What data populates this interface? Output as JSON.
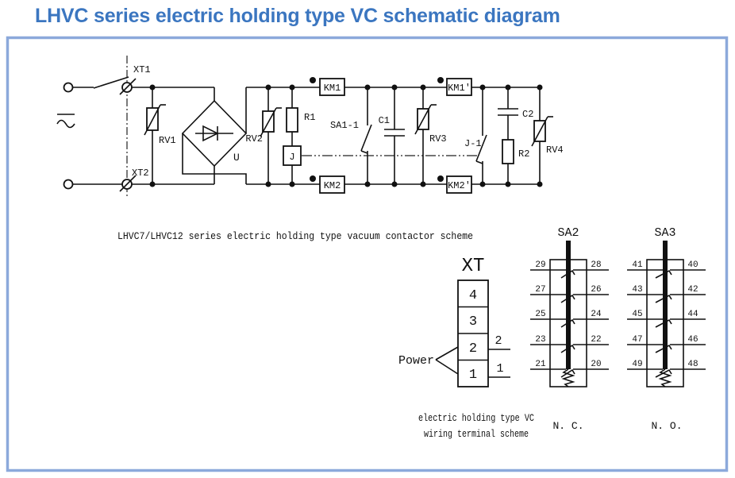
{
  "title": "LHVC series electric holding type VC schematic diagram",
  "schematic": {
    "caption": "LHVC7/LHVC12 series electric holding type vacuum contactor scheme",
    "ac_symbol": "~",
    "labels": {
      "xt1": "XT1",
      "xt2": "XT2",
      "rv1": "RV1",
      "rv2": "RV2",
      "rv3": "RV3",
      "rv4": "RV4",
      "u": "U",
      "r1": "R1",
      "r2": "R2",
      "c1": "C1",
      "c2": "C2",
      "j": "J",
      "j1": "J-1",
      "sa1_1": "SA1-1",
      "km1": "KM1",
      "km1p": "KM1'",
      "km2": "KM2",
      "km2p": "KM2'"
    }
  },
  "terminal_block": {
    "title": "XT",
    "cells": [
      "4",
      "3",
      "2",
      "1"
    ],
    "power_label": "Power",
    "tap_labels": [
      "2",
      "1"
    ],
    "caption_line1": "electric holding type VC",
    "caption_line2": "wiring terminal scheme"
  },
  "sa2": {
    "title": "SA2",
    "left_terminals": [
      "29",
      "27",
      "25",
      "23",
      "21"
    ],
    "right_terminals": [
      "28",
      "26",
      "24",
      "22",
      "20"
    ],
    "caption": "N. C."
  },
  "sa3": {
    "title": "SA3",
    "left_terminals": [
      "41",
      "43",
      "45",
      "47",
      "49"
    ],
    "right_terminals": [
      "40",
      "42",
      "44",
      "46",
      "48"
    ],
    "caption": "N. O."
  },
  "colors": {
    "title_text": "#3b76c0",
    "frame_border": "#8ca9db",
    "line": "#111111"
  }
}
